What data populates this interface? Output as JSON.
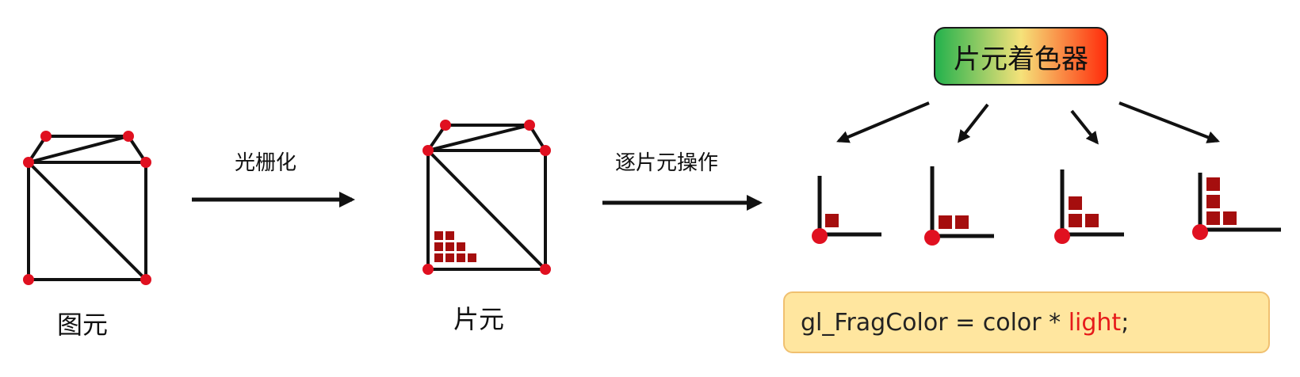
{
  "labels": {
    "primitive": "图元",
    "rasterization": "光栅化",
    "fragment": "片元",
    "per_fragment_ops": "逐片元操作"
  },
  "shader": {
    "title": "片元着色器",
    "gradient_colors": [
      "#22b14c",
      "#f5e27a",
      "#ff2a0a"
    ]
  },
  "code": {
    "prefix": "gl_FragColor = color * ",
    "highlight": "light",
    "suffix": ";",
    "highlight_color": "#e61a1a"
  },
  "colors": {
    "vertex": "#e01020",
    "fragment_square": "#a50e0e",
    "line": "#111111"
  }
}
